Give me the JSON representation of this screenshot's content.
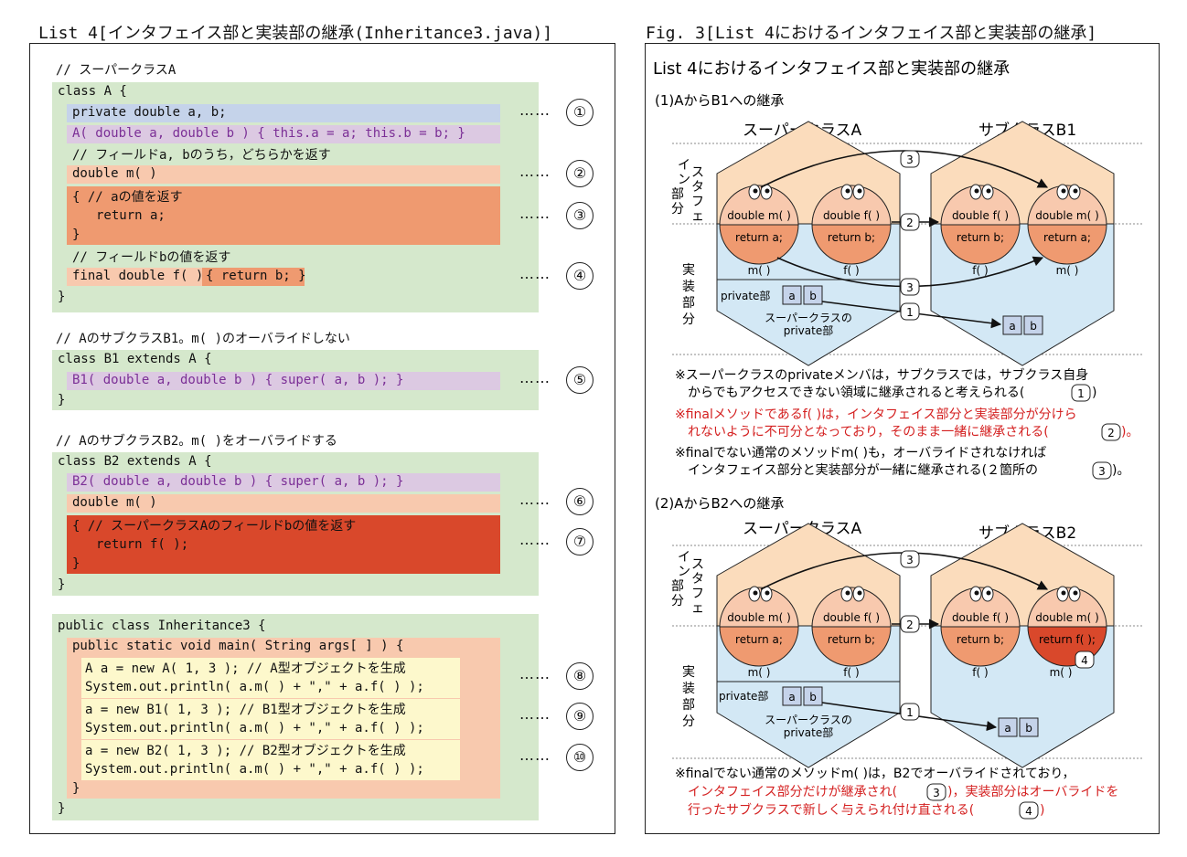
{
  "left_title": "List 4[インタフェイス部と実装部の継承(Inheritance3.java)]",
  "right_title": "Fig. 3[List 4におけるインタフェイス部と実装部の継承]",
  "code": {
    "c1": "// スーパークラスA",
    "a1": "class A {",
    "a2": "private double a, b;",
    "a3": "A( double a, double b ) { this.a = a; this.b = b; }",
    "a4": "// フィールドa, bのうち，どちらかを返す",
    "a5": "double m( )",
    "a6": "{  // aの値を返す",
    "a7": "return a;",
    "a8": "}",
    "a9": "// フィールドbの値を返す",
    "a10a": "final double f( )",
    "a10b": "{ return b; }",
    "a11": "}",
    "c2": "// AのサブクラスB1。m( )のオーバライドしない",
    "b1": "class B1 extends A {",
    "b2": "B1( double a, double b ) { super( a, b ); }",
    "b3": "}",
    "c3": "// AのサブクラスB2。m( )をオーバライドする",
    "d1": "class B2 extends A {",
    "d2": "B2( double a, double b ) { super( a, b ); }",
    "d3": "double m( )",
    "d4": "{  // スーパークラスAのフィールドbの値を返す",
    "d5": "return f( );",
    "d6": "}",
    "d7": "}",
    "e1": "public class Inheritance3 {",
    "e2": "public static void main( String args[ ] ) {",
    "e3": "A a = new A( 1, 3 );  // A型オブジェクトを生成",
    "e4": "System.out.println( a.m( ) + \",\" + a.f( ) );",
    "e5": "a = new B1( 1, 3 );   // B1型オブジェクトを生成",
    "e6": "System.out.println( a.m( ) + \",\" + a.f( ) );",
    "e7": "a = new B2( 1, 3 );   // B2型オブジェクトを生成",
    "e8": "System.out.println( a.m( ) + \",\" + a.f( ) );",
    "e9": "}",
    "e10": "}"
  },
  "markers": [
    "……",
    "①",
    "②",
    "③",
    "④",
    "⑤",
    "⑥",
    "⑦",
    "⑧",
    "⑨",
    "⑩"
  ],
  "fig": {
    "heading": "List 4におけるインタフェイス部と実装部の継承",
    "sec1": "(1)AからB1への継承",
    "sec2": "(2)AからB2への継承",
    "super_label": "スーパークラスA",
    "sub1_label": "サブクラスB1",
    "sub2_label": "サブクラスB2",
    "iface_label": "インタフェイス部分",
    "impl_label": "実装部分",
    "dm": "double m( )",
    "df": "double f( )",
    "ra": "return a;",
    "rb": "return b;",
    "rf": "return f( );",
    "m": "m( )",
    "f": "f( )",
    "priv": "private部",
    "va": "a",
    "vb": "b",
    "sp1": "スーパークラスの",
    "sp2": "private部",
    "n1": "1",
    "n2": "2",
    "n3": "3",
    "n4": "4",
    "note1a": "※スーパークラスのprivateメンバは，サブクラスでは，サブクラス自身",
    "note1b": "からでもアクセスできない領域に継承されると考えられる(",
    "note1c": ")",
    "note2a": "※finalメソッドであるf( )は，インタフェイス部分と実装部分が分けら",
    "note2b": "れないように不可分となっており，そのまま一緒に継承される(",
    "note2c": ")。",
    "note3a": "※finalでない通常のメソッドm( )も，オーバライドされなければ",
    "note3b": "インタフェイス部分と実装部分が一緒に継承される(２箇所の",
    "note3c": ")。",
    "note4a": "※finalでない通常のメソッドm( )は，B2でオーバライドされており，",
    "note4b": "インタフェイス部分だけが継承され(",
    "note4c": ")，実装部分はオーバライドを",
    "note4d": "行ったサブクラスで新しく与えられ付け直される(",
    "note4e": ")"
  },
  "colors": {
    "green": "#d5e8cc",
    "blue": "#c5d3ea",
    "purple": "#dcc9e2",
    "peach": "#f8c9ae",
    "orange": "#ef9a70",
    "red": "#d9482b",
    "yellow": "#fdf8cc",
    "hex_top": "#fbdcbc",
    "hex_bottom": "#d3e8f5"
  }
}
